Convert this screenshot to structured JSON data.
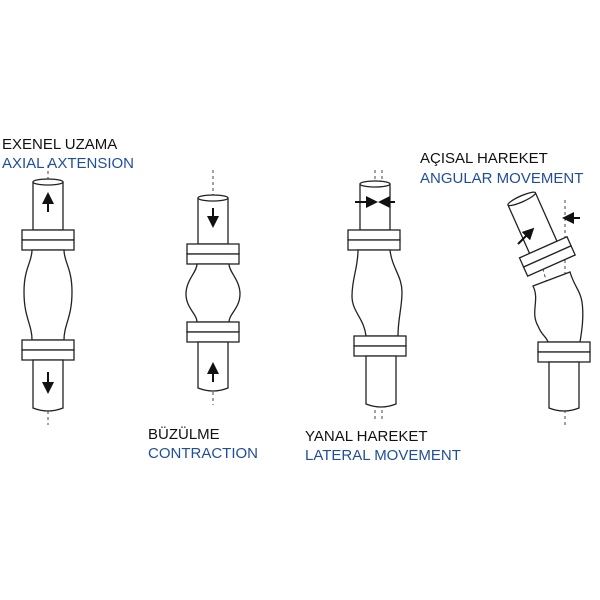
{
  "diagrams": [
    {
      "id": "axial",
      "label_tr": "EXENEL UZAMA",
      "label_en": "AXIAL AXTENSION",
      "icon": "expansion-joint-axial-extension"
    },
    {
      "id": "contraction",
      "label_tr": "BÜZÜLME",
      "label_en": "CONTRACTION",
      "icon": "expansion-joint-contraction"
    },
    {
      "id": "lateral",
      "label_tr": "YANAL HAREKET",
      "label_en": "LATERAL MOVEMENT",
      "icon": "expansion-joint-lateral-movement"
    },
    {
      "id": "angular",
      "label_tr": "AÇISAL HAREKET",
      "label_en": "ANGULAR MOVEMENT",
      "icon": "expansion-joint-angular-movement"
    }
  ],
  "colors": {
    "turkish_text": "#111111",
    "english_text": "#1f4e9a",
    "line": "#222222"
  }
}
